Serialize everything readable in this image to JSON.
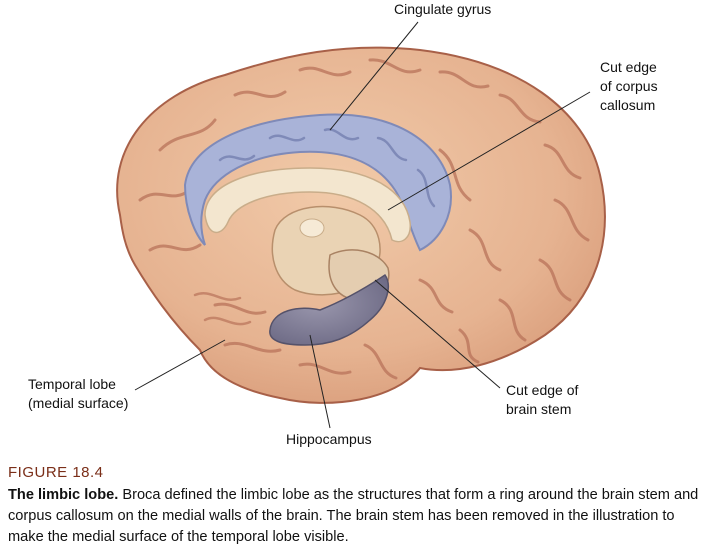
{
  "labels": {
    "cingulate": "Cingulate gyrus",
    "corpus": [
      "Cut edge",
      "of corpus",
      "callosum"
    ],
    "temporal": [
      "Temporal lobe",
      "(medial surface)"
    ],
    "brainstem": [
      "Cut edge of",
      "brain stem"
    ],
    "hippocampus": "Hippocampus"
  },
  "caption": {
    "figure_number": "FIGURE 18.4",
    "title": "The limbic lobe.",
    "text": "Broca defined the limbic lobe as the structures that form a ring around the brain stem and corpus callosum on the medial walls of the brain. The brain stem has been removed in the illustration to make the medial surface of the temporal lobe visible."
  },
  "colors": {
    "cortex": "#e8b898",
    "sulcus": "#b9735a",
    "limbic": "#a9b3d8",
    "corpus_callosum": "#f3e6cf",
    "hippocampus": "#7d7a94",
    "caption_accent": "#7a2e18"
  }
}
